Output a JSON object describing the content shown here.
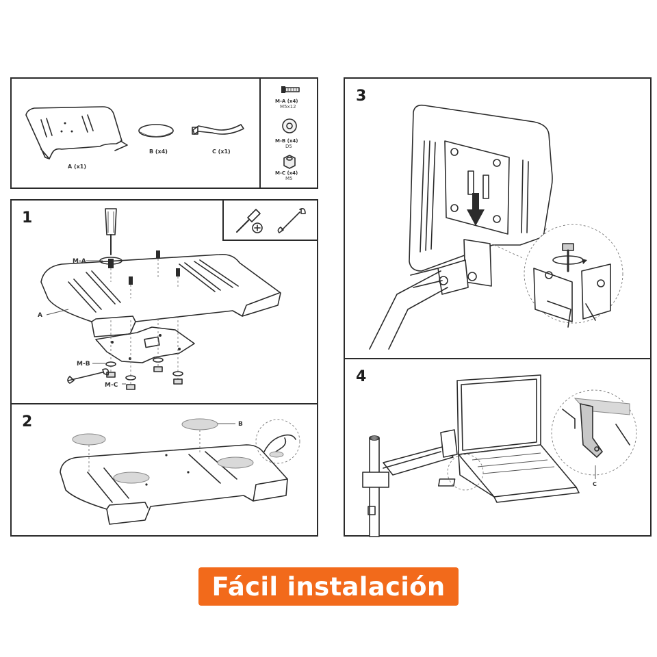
{
  "parts": {
    "a": "A (x1)",
    "b": "B (x4)",
    "c": "C (x1)"
  },
  "hardware": [
    {
      "name": "M-A (x4)",
      "size": "M5x12"
    },
    {
      "name": "M-B (x4)",
      "size": "D5"
    },
    {
      "name": "M-C (x4)",
      "size": "M5"
    }
  ],
  "steps": {
    "s1": "1",
    "s2": "2",
    "s3": "3",
    "s4": "4"
  },
  "step1_labels": {
    "ma": "M-A",
    "a": "A",
    "mb": "M-B",
    "mc": "M-C"
  },
  "step2_labels": {
    "b": "B"
  },
  "step4_labels": {
    "c": "C"
  },
  "tools": [
    "screwdriver-icon",
    "wrench-icon"
  ],
  "banner": {
    "text": "Fácil instalación",
    "color": "#f26a1b"
  }
}
